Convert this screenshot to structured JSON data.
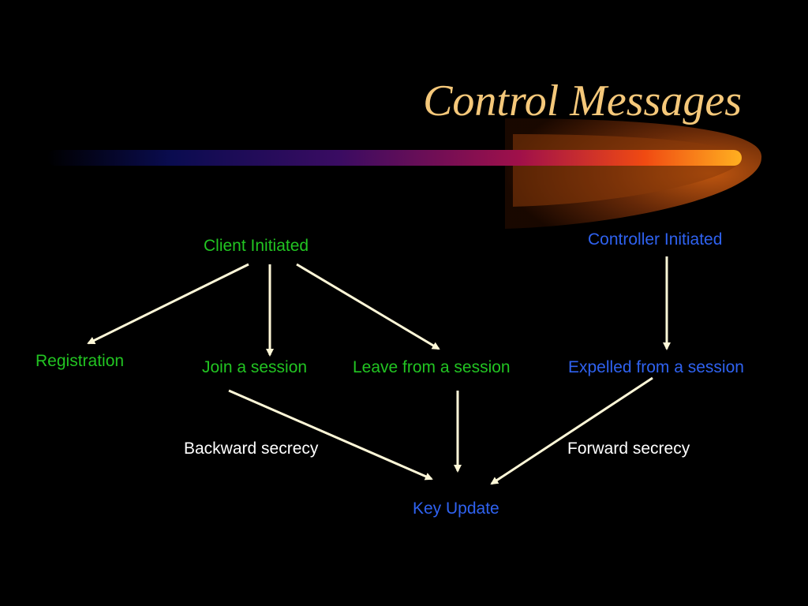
{
  "slide": {
    "title": "Control Messages"
  },
  "colors": {
    "background": "#000000",
    "title": "#f5c87a",
    "client_side": "#22c422",
    "controller_side": "#2f62f0",
    "secrecy_labels": "#ffffff",
    "arrows": "#fff8d8"
  },
  "nodes": {
    "client_initiated": "Client Initiated",
    "controller_initiated": "Controller Initiated",
    "registration": "Registration",
    "join": "Join a session",
    "leave": "Leave from a session",
    "expelled": "Expelled from a session",
    "key_update": "Key Update"
  },
  "edge_labels": {
    "backward": "Backward secrecy",
    "forward": "Forward secrecy"
  }
}
